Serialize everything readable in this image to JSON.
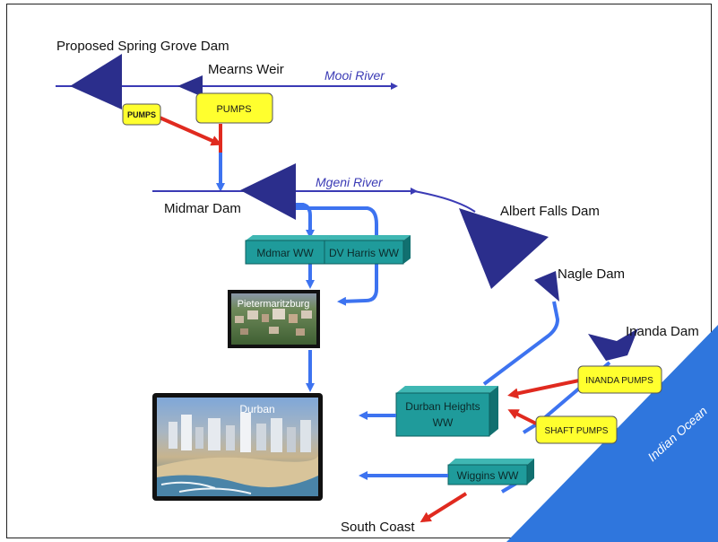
{
  "labels": {
    "spring_grove": "Proposed Spring Grove Dam",
    "mearns": "Mearns Weir",
    "mooi": "Mooi River",
    "midmar_dam": "Midmar Dam",
    "mgeni": "Mgeni River",
    "albert_falls": "Albert Falls Dam",
    "nagle": "Nagle Dam",
    "inanda": "Inanda Dam",
    "south_coast": "South Coast",
    "ocean": "Indian Ocean"
  },
  "pumps": {
    "small": "PUMPS",
    "mearns": "PUMPS",
    "inanda": "INANDA PUMPS",
    "shaft": "SHAFT PUMPS"
  },
  "works": {
    "midmar_ww": "Mdmar WW",
    "dv_harris": "DV Harris WW",
    "durban_heights_1": "Durban Heights",
    "durban_heights_2": "WW",
    "wiggins": "Wiggins WW"
  },
  "cities": {
    "pmb": "Pietermaritzburg",
    "durban": "Durban"
  },
  "colors": {
    "dam": "#2b2e8c",
    "pipe": "#3d73f0",
    "pump_line": "#e02a1f",
    "pump_box": "#ffff2e",
    "ww_box": "#1f9b9b",
    "ocean": "#2f76dd",
    "river": "#3b3bb5"
  }
}
